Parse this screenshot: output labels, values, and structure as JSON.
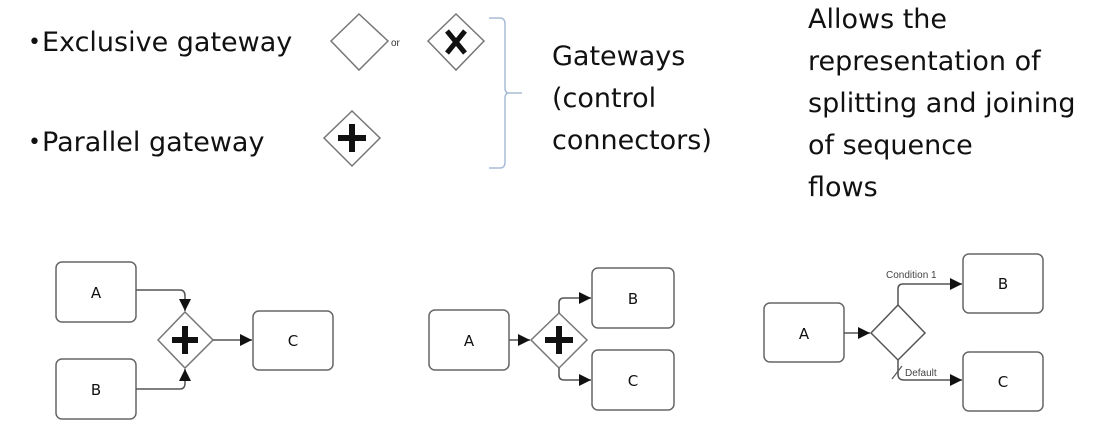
{
  "legend": {
    "items": [
      {
        "bullet": "•",
        "label": "Exclusive gateway",
        "symbol": "exclusive-gateway-diamonds",
        "or_label": "or"
      },
      {
        "bullet": "•",
        "label": "Parallel gateway",
        "symbol": "parallel-gateway-diamond"
      }
    ],
    "bracket_label_lines": [
      "Gateways",
      "(control",
      "connectors)"
    ],
    "description_lines": [
      "Allows the",
      "representation of",
      "splitting and joining",
      "of sequence",
      "flows"
    ]
  },
  "colors": {
    "bracket": "#a9bdd6",
    "shape_stroke": "#666666",
    "marker": "#111111"
  },
  "diagrams": [
    {
      "name": "parallel-join",
      "nodes": {
        "a": "A",
        "b": "B",
        "c": "C"
      },
      "gateway": "parallel",
      "flows": [
        [
          "A",
          "gateway"
        ],
        [
          "B",
          "gateway"
        ],
        [
          "gateway",
          "C"
        ]
      ]
    },
    {
      "name": "parallel-split",
      "nodes": {
        "a": "A",
        "b": "B",
        "c": "C"
      },
      "gateway": "parallel",
      "flows": [
        [
          "A",
          "gateway"
        ],
        [
          "gateway",
          "B"
        ],
        [
          "gateway",
          "C"
        ]
      ]
    },
    {
      "name": "exclusive-split",
      "nodes": {
        "a": "A",
        "b": "B",
        "c": "C"
      },
      "gateway": "exclusive",
      "flows": [
        [
          "A",
          "gateway"
        ],
        [
          "gateway",
          "B"
        ],
        [
          "gateway",
          "C"
        ]
      ],
      "condition_label": "Condition 1",
      "default_label": "Default"
    }
  ]
}
